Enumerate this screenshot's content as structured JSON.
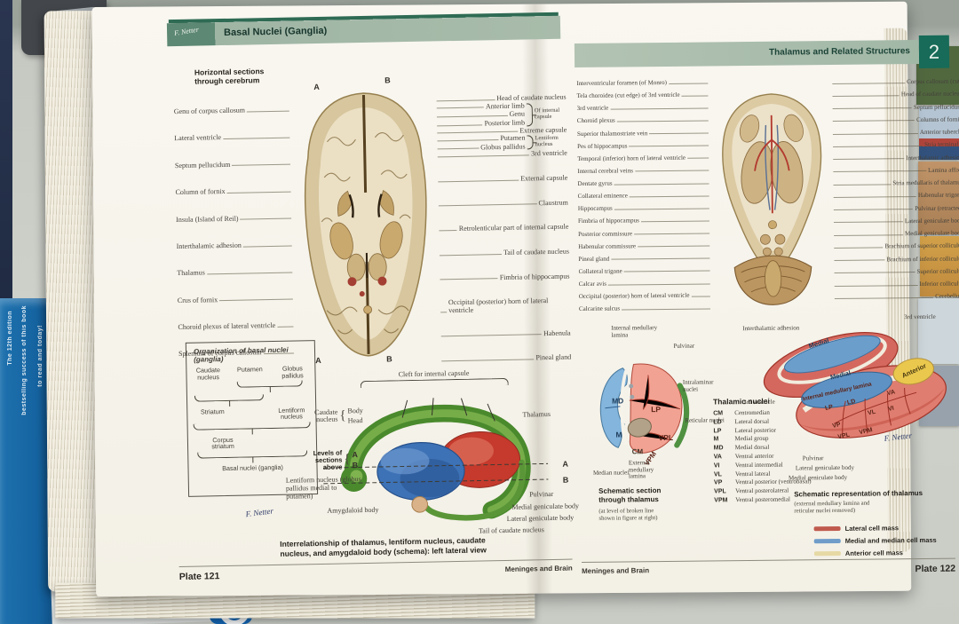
{
  "environment": {
    "spine_text_1": "The 12th edition",
    "spine_text_2": "bestselling success of this book",
    "spine_text_3": "to read and today!",
    "logo_letter": ""
  },
  "left_page": {
    "header": {
      "title": "Basal Nuclei (Ganglia)",
      "signature": "F. Netter"
    },
    "fig1": {
      "title": "Horizontal sections through cerebrum",
      "marker_a": "A",
      "marker_b": "B",
      "left_labels": [
        "Genu of corpus callosum",
        "Lateral ventricle",
        "Septum pellucidum",
        "Column of fornix",
        "Insula (Island of Reil)",
        "Interthalamic adhesion",
        "Thalamus",
        "Crus of fornix",
        "Choroid plexus of lateral ventricle",
        "Splenium of corpus callosum"
      ],
      "right_top": "Head of caudate nucleus",
      "capsule_group": [
        "Anterior limb",
        "Genu",
        "Posterior limb"
      ],
      "capsule_label": "Of internal capsule",
      "extreme": "Extreme capsule",
      "lentiform_group": [
        "Putamen",
        "Globus pallidus"
      ],
      "lentiform_label": "Lentiform nucleus",
      "right_rest": [
        "3rd ventricle",
        "External capsule",
        "Claustrum",
        "Retrolenticular part of internal capsule",
        "Tail of caudate nucleus",
        "Fimbria of hippocampus",
        "Occipital (posterior) horn of lateral ventricle",
        "Habenula",
        "Pineal gland"
      ]
    },
    "org_box": {
      "title": "Organization of basal nuclei (ganglia)",
      "caudate": "Caudate nucleus",
      "putamen": "Putamen",
      "globus": "Globus pallidus",
      "striatum": "Striatum",
      "lentiform": "Lentiform nucleus",
      "corpus": "Corpus striatum",
      "basal": "Basal nuclei (ganglia)"
    },
    "fig2": {
      "cleft": "Cleft for internal capsule",
      "caudate": "Caudate nucleus",
      "body": "Body",
      "head": "Head",
      "levels": "Levels of sections above",
      "a": "A",
      "b": "B",
      "thalamus": "Thalamus",
      "pulvinar": "Pulvinar",
      "medial_geniculate": "Medial geniculate body",
      "lateral_geniculate": "Lateral geniculate body",
      "tail": "Tail of caudate nucleus",
      "lentiform": "Lentiform nucleus (globus pallidus medial to putamen)",
      "amygdaloid": "Amygdaloid body",
      "caption_1": "Interrelationship of thalamus, lentiform nucleus, caudate",
      "caption_2": "nucleus, and amygdaloid body (schema): left lateral view",
      "signature": "F. Netter"
    },
    "footer": {
      "plate": "Plate 121",
      "section": "Meninges and Brain"
    }
  },
  "right_page": {
    "header": {
      "title": "Thalamus and Related Structures",
      "chapter": "2"
    },
    "fig1": {
      "left_labels": [
        "Interventricular foramen (of Monro)",
        "Tela choroidea (cut edge) of 3rd ventricle",
        "3rd ventricle",
        "Choroid plexus",
        "Superior thalamostriate vein",
        "Pes of hippocampus",
        "Temporal (inferior) horn of lateral ventricle",
        "Internal cerebral veins",
        "Dentate gyrus",
        "Collateral eminence",
        "Hippocampus",
        "Fimbria of hippocampus",
        "Posterior commissure",
        "Habenular commissure",
        "Pineal gland",
        "Collateral trigone",
        "Calcar avis",
        "Occipital (posterior) horn of lateral ventricle",
        "Calcarine sulcus"
      ],
      "right_labels": [
        "Corpus callosum (cut)",
        "Head of caudate nucleus",
        "Septum pellucidum",
        "Columns of fornix",
        "Anterior tubercle",
        "Stria terminalis",
        "Interthalamic adhesion",
        "Lamina affixa",
        "Stria medullaris of thalamus",
        "Habenular trigone",
        "Pulvinar (retracted)",
        "Lateral geniculate body",
        "Medial geniculate body",
        "Brachium of superior colliculus",
        "Brachium of inferior colliculus",
        "Superior colliculus",
        "Inferior colliculus",
        "Cerebellum"
      ]
    },
    "fig2": {
      "internal_lamina": "Internal medullary lamina",
      "pulvinar": "Pulvinar",
      "intralaminar": "Intralaminar nuclei",
      "reticular": "Reticular nuclei",
      "external_lamina": "External medullary lamina",
      "median": "Median nuclei",
      "regions": [
        "MD",
        "M",
        "CM",
        "LP",
        "VPL",
        "VPM"
      ],
      "caption_title_1": "Schematic section",
      "caption_title_2": "through thalamus",
      "caption_sub": "(at level of broken line shown in figure at right)"
    },
    "nuclei": {
      "title": "Thalamic nuclei",
      "items": [
        {
          "abbr": "CM",
          "name": "Centromedian"
        },
        {
          "abbr": "LD",
          "name": "Lateral dorsal"
        },
        {
          "abbr": "LP",
          "name": "Lateral posterior"
        },
        {
          "abbr": "M",
          "name": "Medial group"
        },
        {
          "abbr": "MD",
          "name": "Medial dorsal"
        },
        {
          "abbr": "VA",
          "name": "Ventral anterior"
        },
        {
          "abbr": "VI",
          "name": "Ventral intermedial"
        },
        {
          "abbr": "VL",
          "name": "Ventral lateral"
        },
        {
          "abbr": "VP",
          "name": "Ventral posterior (ventrobasal)"
        },
        {
          "abbr": "VPL",
          "name": "Ventral posterolateral"
        },
        {
          "abbr": "VPM",
          "name": "Ventral posteromedial"
        }
      ]
    },
    "fig3": {
      "interthalamic": "Interthalamic adhesion",
      "third_ventricle_top": "3rd ventricle",
      "third_ventricle_left": "3rd ventricle",
      "medial_far": "Medial",
      "medial_near": "Medial",
      "anterior": "Anterior",
      "lamina": "Internal medullary lamina",
      "regions": [
        "LP",
        "LD",
        "VA",
        "VL",
        "VI",
        "VP",
        "VPL",
        "VPM"
      ],
      "pulvinar": "Pulvinar",
      "lateral_geniculate": "Lateral geniculate body",
      "medial_geniculate": "Medial geniculate body",
      "signature": "F. Netter",
      "caption_title": "Schematic representation of thalamus",
      "caption_sub_1": "(external medullary lamina and",
      "caption_sub_2": "reticular nuclei removed)",
      "legend": [
        {
          "label": "Lateral cell mass",
          "color": "#c05a4e"
        },
        {
          "label": "Medial and median cell mass",
          "color": "#6f9cc9"
        },
        {
          "label": "Anterior cell mass",
          "color": "#e6d9a4"
        }
      ]
    },
    "footer": {
      "section": "Meninges and Brain",
      "plate": "Plate 122"
    }
  }
}
